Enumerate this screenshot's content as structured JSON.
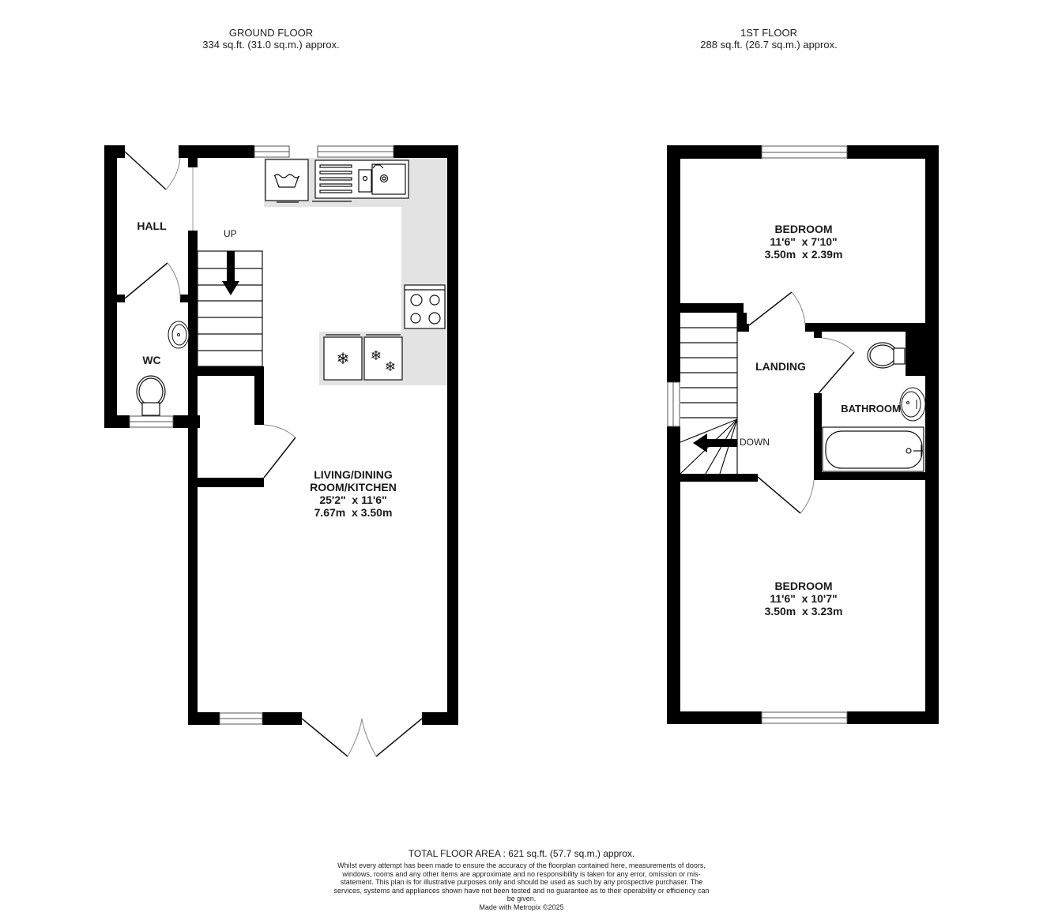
{
  "floors": {
    "ground": {
      "title": "GROUND FLOOR",
      "area": "334 sq.ft. (31.0 sq.m.) approx.",
      "rooms": [
        {
          "name": "HALL",
          "dims_imperial": "",
          "dims_metric": ""
        },
        {
          "name": "WC",
          "dims_imperial": "",
          "dims_metric": ""
        },
        {
          "name": "LIVING/DINING\nROOM/KITCHEN",
          "dims_imperial": "25'2\"  x 11'6\"",
          "dims_metric": "7.67m  x 3.50m"
        }
      ],
      "stairs_label": "UP"
    },
    "first": {
      "title": "1ST FLOOR",
      "area": "288 sq.ft. (26.7 sq.m.) approx.",
      "rooms": [
        {
          "name": "BEDROOM",
          "dims_imperial": "11'6\"  x 7'10\"",
          "dims_metric": "3.50m  x 2.39m"
        },
        {
          "name": "LANDING",
          "dims_imperial": "",
          "dims_metric": ""
        },
        {
          "name": "BATHROOM",
          "dims_imperial": "",
          "dims_metric": ""
        },
        {
          "name": "BEDROOM",
          "dims_imperial": "11'6\"  x 10'7\"",
          "dims_metric": "3.50m  x 3.23m"
        }
      ],
      "stairs_label": "DOWN"
    }
  },
  "labels": {
    "hall": "HALL",
    "wc": "WC",
    "living": "LIVING/DINING\nROOM/KITCHEN\n25'2\"  x 11'6\"\n7.67m  x 3.50m",
    "bedroom1": "BEDROOM\n11'6\"  x 7'10\"\n3.50m  x 2.39m",
    "landing": "LANDING",
    "bathroom": "BATHROOM",
    "bedroom2": "BEDROOM\n11'6\"  x 10'7\"\n3.50m  x 3.23m"
  },
  "footer": {
    "total": "TOTAL FLOOR AREA : 621 sq.ft. (57.7 sq.m.) approx.",
    "disclaimer": "Whilst every attempt has been made to ensure the accuracy of the floorplan contained here, measurements of doors, windows, rooms and any other items are approximate and no responsibility is taken for any error, omission or mis-statement. This plan is for illustrative purposes only and should be used as such by any prospective purchaser. The services, systems and appliances shown have not been tested and no guarantee as to their operability or efficiency can be given.",
    "credit": "Made with Metropix ©2025"
  },
  "icons": {
    "washing_machine": "washing-machine-icon",
    "sink": "sink-icon",
    "hob": "hob-icon",
    "fridge": "fridge-icon",
    "freezer": "freezer-icon",
    "toilet": "toilet-icon",
    "basin": "basin-icon",
    "bath": "bath-icon"
  },
  "colors": {
    "wall": "#000000",
    "worktop": "#e3e3e3",
    "fixture_line": "#1a1a1a",
    "door_arc": "#888888"
  }
}
